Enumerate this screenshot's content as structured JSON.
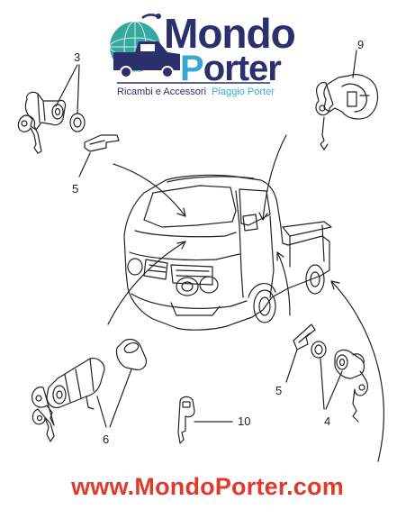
{
  "logo": {
    "word1": "Mondo",
    "word2_first": "P",
    "word2_rest": "orter",
    "tagline_left": "Ricambi e Accessori",
    "tagline_right": "Piaggio Porter",
    "colors": {
      "navy": "#2b2f6b",
      "cyan": "#3aa7d3",
      "globe": "#1f9e95"
    }
  },
  "callouts": {
    "c3": "3",
    "c5_top": "5",
    "c9": "9",
    "c5_bottom": "5",
    "c4": "4",
    "c6": "6",
    "c10": "10"
  },
  "footer": {
    "url": "www.MondoPorter.com",
    "color": "#e03a2c"
  }
}
